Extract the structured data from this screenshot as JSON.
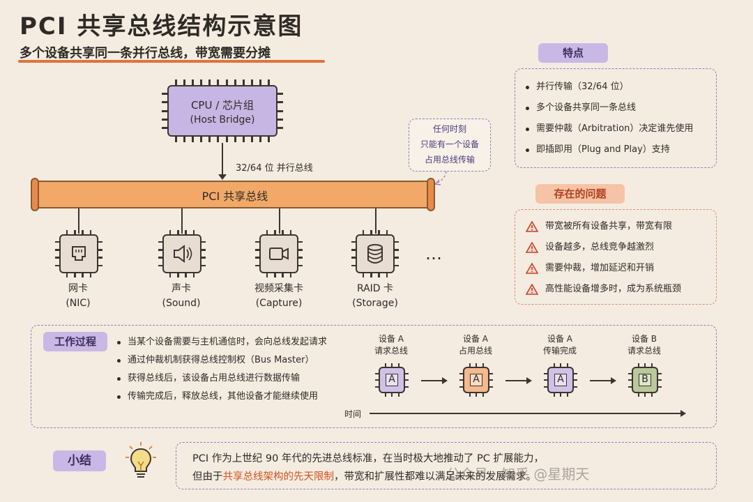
{
  "header": {
    "title": "PCI 共享总线结构示意图",
    "subtitle": "多个设备共享同一条并行总线，带宽需要分摊"
  },
  "cpu": {
    "line1": "CPU / 芯片组",
    "line2": "(Host Bridge)"
  },
  "bus": {
    "link_label": "32/64 位 并行总线",
    "label": "PCI 共享总线"
  },
  "callout": {
    "lines": [
      "任何时刻",
      "只能有一个设备",
      "占用总线传输"
    ]
  },
  "devices": [
    {
      "name": "网卡",
      "sub": "(NIC)",
      "icon": "network-port-icon"
    },
    {
      "name": "声卡",
      "sub": "(Sound)",
      "icon": "speaker-icon"
    },
    {
      "name": "视频采集卡",
      "sub": "(Capture)",
      "icon": "video-camera-icon"
    },
    {
      "name": "RAID 卡",
      "sub": "(Storage)",
      "icon": "database-icon"
    }
  ],
  "more": "…",
  "features": {
    "tag": "特点",
    "items": [
      "并行传输（32/64 位）",
      "多个设备共享同一条总线",
      "需要仲裁（Arbitration）决定谁先使用",
      "即插即用（Plug and Play）支持"
    ]
  },
  "problems": {
    "tag": "存在的问题",
    "items": [
      "带宽被所有设备共享，带宽有限",
      "设备越多，总线竞争越激烈",
      "需要仲裁，增加延迟和开销",
      "高性能设备增多时，成为系统瓶颈"
    ]
  },
  "process": {
    "tag": "工作过程",
    "items": [
      "当某个设备需要与主机通信时，会向总线发起请求",
      "通过仲裁机制获得总线控制权（Bus Master）",
      "获得总线后，该设备占用总线进行数据传输",
      "传输完成后，释放总线，其他设备才能继续使用"
    ],
    "steps": [
      {
        "l1": "设备 A",
        "l2": "请求总线",
        "letter": "A",
        "color": "#cfc2e6"
      },
      {
        "l1": "设备 A",
        "l2": "占用总线",
        "letter": "A",
        "color": "#f4b98c"
      },
      {
        "l1": "设备 A",
        "l2": "传输完成",
        "letter": "A",
        "color": "#cfc2e6"
      },
      {
        "l1": "设备 B",
        "l2": "请求总线",
        "letter": "B",
        "color": "#b9c99a"
      }
    ],
    "time_label": "时间"
  },
  "summary": {
    "tag": "小结",
    "line1": "PCI 作为上世纪 90 年代的先进总线标准，在当时极大地推动了 PC 扩展能力，",
    "line2_pre": "但由于",
    "line2_hl": "共享总线架构的先天限制",
    "line2_post": "，带宽和扩展性都难以满足未来的发展需求。"
  },
  "watermark": "公众号 · 知乎 @星期天"
}
